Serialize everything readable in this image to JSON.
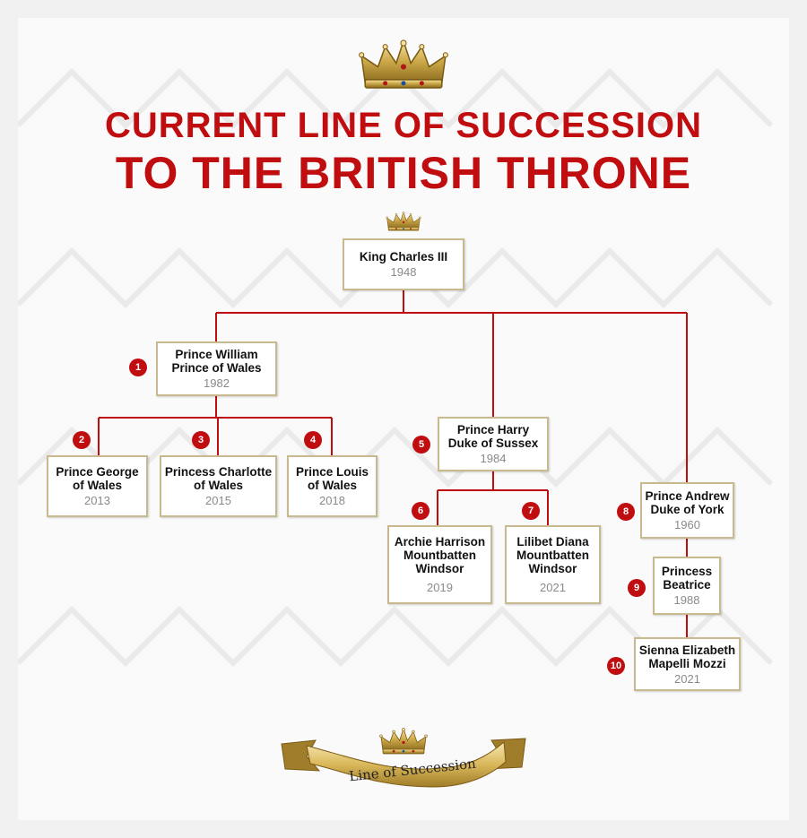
{
  "title": {
    "line1": "CURRENT LINE OF SUCCESSION",
    "line2": "TO THE BRITISH THRONE"
  },
  "monarch": {
    "name": "King Charles III",
    "year": "1948"
  },
  "people": [
    {
      "rank": "1",
      "name": "Prince William\nPrince of Wales",
      "year": "1982"
    },
    {
      "rank": "2",
      "name": "Prince George\nof Wales",
      "year": "2013"
    },
    {
      "rank": "3",
      "name": "Princess Charlotte\nof Wales",
      "year": "2015"
    },
    {
      "rank": "4",
      "name": "Prince Louis\nof Wales",
      "year": "2018"
    },
    {
      "rank": "5",
      "name": "Prince Harry\nDuke of Sussex",
      "year": "1984"
    },
    {
      "rank": "6",
      "name": "Archie Harrison\nMountbatten\nWindsor",
      "year": "2019"
    },
    {
      "rank": "7",
      "name": "Lilibet Diana\nMountbatten\nWindsor",
      "year": "2021"
    },
    {
      "rank": "8",
      "name": "Prince Andrew\nDuke of York",
      "year": "1960"
    },
    {
      "rank": "9",
      "name": "Princess\nBeatrice",
      "year": "1988"
    },
    {
      "rank": "10",
      "name": "Sienna Elizabeth\nMapelli Mozzi",
      "year": "2021"
    }
  ],
  "ribbon": {
    "label": "Line of Succession"
  },
  "colors": {
    "accent": "#c00d10",
    "gold": "#c9a646",
    "box_border": "#c9b98f"
  },
  "icons": [
    "crown-icon"
  ]
}
